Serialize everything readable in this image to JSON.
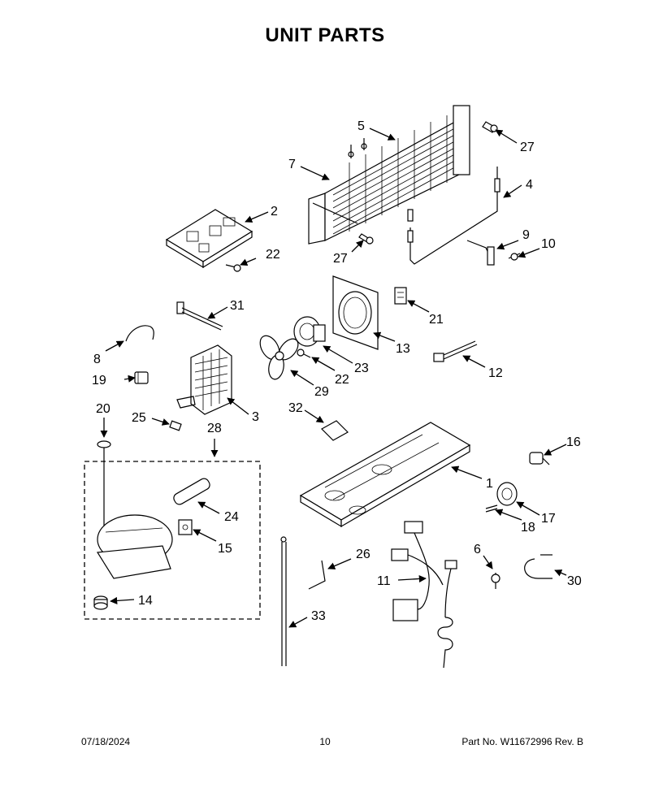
{
  "page": {
    "title": "UNIT PARTS"
  },
  "footer": {
    "date": "07/18/2024",
    "page_number": "10",
    "part_number": "Part No.  W11672996  Rev.  B"
  },
  "callouts": {
    "c1": "1",
    "c2": "2",
    "c3": "3",
    "c4": "4",
    "c5": "5",
    "c6": "6",
    "c7": "7",
    "c8": "8",
    "c9": "9",
    "c10": "10",
    "c11": "11",
    "c12": "12",
    "c13": "13",
    "c14": "14",
    "c15": "15",
    "c16": "16",
    "c17": "17",
    "c18": "18",
    "c19": "19",
    "c20": "20",
    "c21": "21",
    "c22a": "22",
    "c22b": "22",
    "c23": "23",
    "c24": "24",
    "c25": "25",
    "c26": "26",
    "c27a": "27",
    "c27b": "27",
    "c28": "28",
    "c29": "29",
    "c30": "30",
    "c31": "31",
    "c32": "32",
    "c33": "33"
  }
}
